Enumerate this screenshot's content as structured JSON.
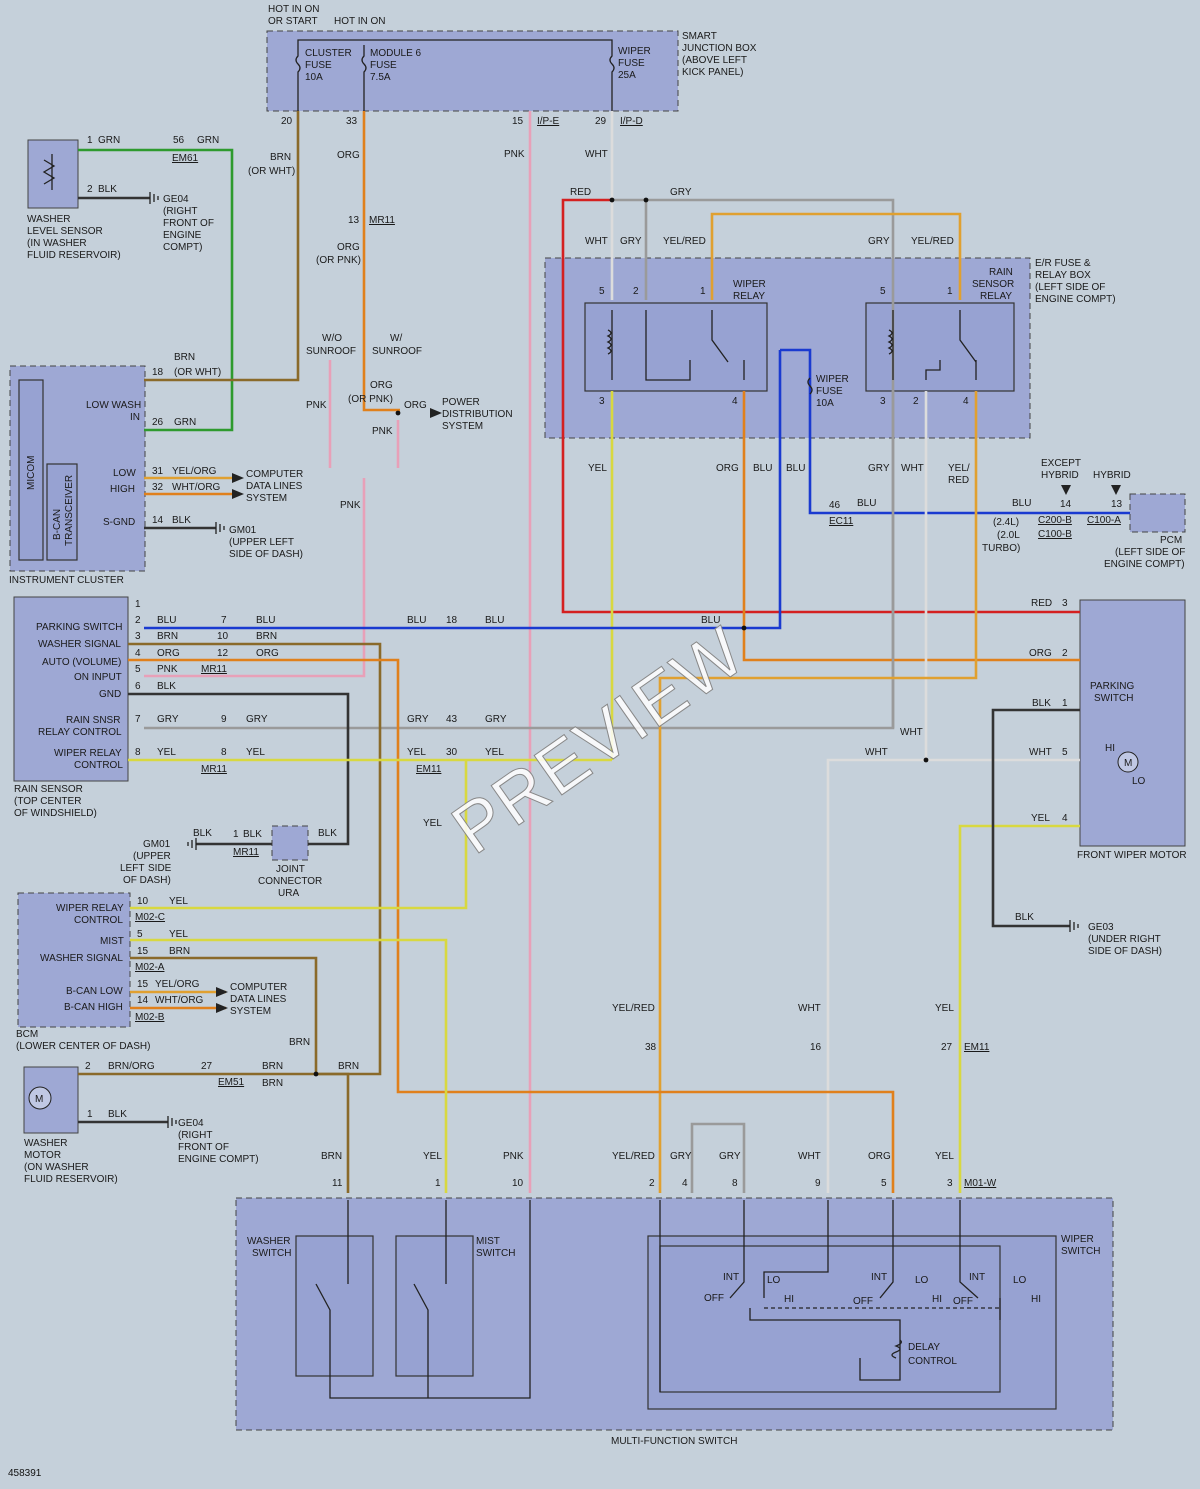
{
  "doc_id": "458391",
  "watermark": "PREVIEW",
  "colors": {
    "GRN": "#2e9a2e",
    "BLK": "#333333",
    "BRN": "#8a6a2a",
    "ORG": "#e0801c",
    "PNK": "#e8a0b8",
    "WHT": "#dcdcdc",
    "RED": "#d42020",
    "GRY": "#9a9a9a",
    "YEL": "#d8d840",
    "BLU": "#1a3ad0",
    "YELRED": "#e0a030"
  },
  "headers": {
    "hot_on": "HOT IN ON",
    "hot_start": "OR START",
    "hot_on2": "HOT IN ON"
  },
  "sjb": {
    "l1": "SMART",
    "l2": "JUNCTION BOX",
    "l3": "(ABOVE LEFT",
    "l4": "KICK PANEL)",
    "f1a": "CLUSTER",
    "f1b": "FUSE",
    "f1c": "10A",
    "f2a": "MODULE 6",
    "f2b": "FUSE",
    "f2c": "7.5A",
    "f3a": "WIPER",
    "f3b": "FUSE",
    "f3c": "25A",
    "p20": "20",
    "p33": "33",
    "p15": "15",
    "c15": "I/P-E",
    "p29": "29",
    "c29": "I/P-D"
  },
  "washer_level": {
    "l1": "WASHER",
    "l2": "LEVEL SENSOR",
    "l3": "(IN WASHER",
    "l4": "FLUID RESERVOIR)",
    "p1": "1",
    "w1": "GRN",
    "p2": "2",
    "w2": "BLK",
    "p56": "56",
    "w56": "GRN",
    "c56": "EM61",
    "g1": "GE04",
    "g2": "(RIGHT",
    "g3": "FRONT OF",
    "g4": "ENGINE",
    "g5": "COMPT)"
  },
  "wires_top": {
    "brn": "BRN",
    "or_wht": "(OR WHT)",
    "org": "ORG",
    "p13": "13",
    "c13": "MR11",
    "org2": "ORG",
    "or_pnk": "(OR PNK)",
    "pnk": "PNK",
    "wht": "WHT",
    "wo": "W/O",
    "sunroof1": "SUNROOF",
    "w": "W/",
    "sunroof2": "SUNROOF",
    "org3": "ORG",
    "or_pnk2": "(OR PNK)",
    "org4": "ORG",
    "pnk2": "PNK",
    "pnk3": "PNK",
    "pnk4": "PNK",
    "pds1": "POWER",
    "pds2": "DISTRIBUTION",
    "pds3": "SYSTEM",
    "red": "RED",
    "gry": "GRY",
    "wht2": "WHT",
    "gry2": "GRY",
    "yelred": "YEL/RED",
    "gry3": "GRY",
    "yelred2": "YEL/RED"
  },
  "er_box": {
    "l1": "E/R FUSE &",
    "l2": "RELAY BOX",
    "l3": "(LEFT SIDE OF",
    "l4": "ENGINE COMPT)",
    "wr1": "WIPER",
    "wr2": "RELAY",
    "rs1": "RAIN",
    "rs2": "SENSOR",
    "rs3": "RELAY",
    "wf1": "WIPER",
    "wf2": "FUSE",
    "wf3": "10A",
    "p5a": "5",
    "p2a": "2",
    "p1a": "1",
    "p3a": "3",
    "p4a": "4",
    "p5b": "5",
    "p1b": "1",
    "p3b": "3",
    "p2b": "2",
    "p4b": "4"
  },
  "mid_wires": {
    "yel": "YEL",
    "org": "ORG",
    "blu": "BLU",
    "blu2": "BLU",
    "gry": "GRY",
    "wht": "WHT",
    "yel2": "YEL/",
    "red": "RED",
    "p46": "46",
    "blu3": "BLU",
    "c46": "EC11",
    "blu4": "BLU",
    "l24": "(2.4L)",
    "l20": "(2.0L",
    "turbo": "TURBO)",
    "except1": "EXCEPT",
    "except2": "HYBRID",
    "hybrid": "HYBRID",
    "p14": "14",
    "p13": "13",
    "c200": "C200-B",
    "c100b": "C100-B",
    "c100a": "C100-A",
    "pcm1": "PCM",
    "pcm2": "(LEFT SIDE OF",
    "pcm3": "ENGINE COMPT)"
  },
  "cluster": {
    "name": "INSTRUMENT CLUSTER",
    "micom": "MICOM",
    "bcan1": "B-CAN",
    "bcan2": "TRANSCEIVER",
    "low_wash": "LOW WASH",
    "in": "IN",
    "low": "LOW",
    "high": "HIGH",
    "sgnd": "S-GND",
    "p18": "18",
    "w18a": "BRN",
    "w18b": "(OR WHT)",
    "p26": "26",
    "w26": "GRN",
    "p31": "31",
    "w31": "YEL/ORG",
    "p32": "32",
    "w32": "WHT/ORG",
    "p14": "14",
    "w14": "BLK",
    "cd1": "COMPUTER",
    "cd2": "DATA LINES",
    "cd3": "SYSTEM",
    "g1": "GM01",
    "g2": "(UPPER LEFT",
    "g3": "SIDE OF DASH)"
  },
  "rain": {
    "name1": "RAIN SENSOR",
    "name2": "(TOP CENTER",
    "name3": "OF WINDSHIELD)",
    "s1": "PARKING SWITCH",
    "s2": "WASHER SIGNAL",
    "s3": "AUTO (VOLUME)",
    "s4": "ON INPUT",
    "s5": "GND",
    "s6": "RAIN SNSR",
    "s7": "RELAY CONTROL",
    "s8": "WIPER RELAY",
    "s9": "CONTROL",
    "p1": "1",
    "p2": "2",
    "p3": "3",
    "p4": "4",
    "p5": "5",
    "p6": "6",
    "p7": "7",
    "p8": "8",
    "w2": "BLU",
    "w3": "BRN",
    "w4": "ORG",
    "w5": "PNK",
    "w6": "BLK",
    "w7": "GRY",
    "w8": "YEL",
    "c7": "7",
    "cw7": "BLU",
    "c10": "10",
    "cw10": "BRN",
    "c12": "12",
    "cw12": "ORG",
    "cmr": "MR11",
    "c9": "9",
    "cw9": "GRY",
    "c8": "8",
    "cw8": "YEL",
    "cmr2": "MR11",
    "blu": "BLU",
    "p18": "18",
    "blu2": "BLU",
    "blu3": "BLU",
    "gry": "GRY",
    "p43": "43",
    "gry2": "GRY",
    "yel": "YEL",
    "p30": "30",
    "yel2": "YEL",
    "cem": "EM11",
    "wht": "WHT",
    "wht2": "WHT",
    "yel3": "YEL"
  },
  "joint": {
    "g1": "GM01",
    "g2": "(UPPER",
    "g3": "SIDE",
    "g3a": "LEFT",
    "g4": "OF DASH)",
    "blk": "BLK",
    "p1": "1",
    "blk2": "BLK",
    "blk3": "BLK",
    "c": "MR11",
    "j1": "JOINT",
    "j2": "CONNECTOR",
    "j3": "URA"
  },
  "motor": {
    "name": "FRONT WIPER MOTOR",
    "park1": "PARKING",
    "park2": "SWITCH",
    "hi": "HI",
    "lo": "LO",
    "m": "M",
    "red": "RED",
    "p3": "3",
    "org": "ORG",
    "p2": "2",
    "blk": "BLK",
    "p1": "1",
    "wht": "WHT",
    "p5": "5",
    "yel": "YEL",
    "p4": "4",
    "blk2": "BLK",
    "g1": "GE03",
    "g2": "(UNDER RIGHT",
    "g3": "SIDE OF DASH)"
  },
  "bcm": {
    "name1": "BCM",
    "name2": "(LOWER CENTER OF DASH)",
    "s1": "WIPER RELAY",
    "s2": "CONTROL",
    "s3": "MIST",
    "s4": "WASHER SIGNAL",
    "s5": "B-CAN LOW",
    "s6": "B-CAN HIGH",
    "c1": "M02-C",
    "c2": "M02-A",
    "c3": "M02-B",
    "p10": "10",
    "w10": "YEL",
    "p5": "5",
    "w5": "YEL",
    "p15": "15",
    "w15": "BRN",
    "p15b": "15",
    "w15b": "YEL/ORG",
    "p14": "14",
    "w14": "WHT/ORG",
    "cd1": "COMPUTER",
    "cd2": "DATA LINES",
    "cd3": "SYSTEM",
    "brn": "BRN"
  },
  "washer_motor": {
    "l1": "WASHER",
    "l2": "MOTOR",
    "l3": "(ON WASHER",
    "l4": "FLUID RESERVOIR)",
    "m": "M",
    "p2": "2",
    "w2": "BRN/ORG",
    "p27": "27",
    "c27": "EM51",
    "brn": "BRN",
    "brn2": "BRN",
    "brn3": "BRN",
    "p1": "1",
    "w1": "BLK",
    "g1": "GE04",
    "g2": "(RIGHT",
    "g3": "FRONT OF",
    "g4": "ENGINE COMPT)"
  },
  "em11": {
    "yelred": "YEL/RED",
    "wht": "WHT",
    "yel": "YEL",
    "p38": "38",
    "p16": "16",
    "p27": "27",
    "c": "EM11"
  },
  "mfs": {
    "name": "MULTI-FUNCTION SWITCH",
    "washer1": "WASHER",
    "washer2": "SWITCH",
    "mist1": "MIST",
    "mist2": "SWITCH",
    "wiper1": "WIPER",
    "wiper2": "SWITCH",
    "delay1": "DELAY",
    "delay2": "CONTROL",
    "int": "INT",
    "lo": "LO",
    "off": "OFF",
    "hi": "HI",
    "w11": "BRN",
    "w1": "YEL",
    "w10": "PNK",
    "w2": "YEL/RED",
    "w4": "GRY",
    "w8": "GRY",
    "w9": "WHT",
    "w5": "ORG",
    "w3": "YEL",
    "p11": "11",
    "p1": "1",
    "p10": "10",
    "p2": "2",
    "p4": "4",
    "p8": "8",
    "p9": "9",
    "p5": "5",
    "p3": "3",
    "c": "M01-W"
  }
}
